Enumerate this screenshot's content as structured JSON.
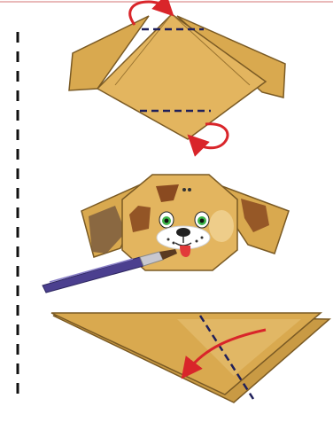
{
  "diagram": {
    "steps": [
      {
        "id": "fold-ears",
        "visible_text": ""
      },
      {
        "id": "paint-face",
        "visible_text": ""
      },
      {
        "id": "fold-triangle",
        "visible_text": ""
      }
    ],
    "colors": {
      "paper": "#d9a94f",
      "paper_light": "#e8c278",
      "paper_dark": "#b98a3a",
      "outline": "#7a5a24",
      "fold_line": "#1f1f5a",
      "arrow": "#d9252a",
      "cut_line": "#111111",
      "brush_handle": "#4b3f8f",
      "ferrule": "#c8c8d0",
      "spots": "#8a4a20",
      "eyes": "#3db54a",
      "tongue": "#e23a3a",
      "nose": "#222222"
    },
    "icons": {
      "rotate_arrow": "curved-arrow-icon",
      "brush": "paintbrush-icon",
      "fold": "fold-arrow-icon"
    }
  }
}
